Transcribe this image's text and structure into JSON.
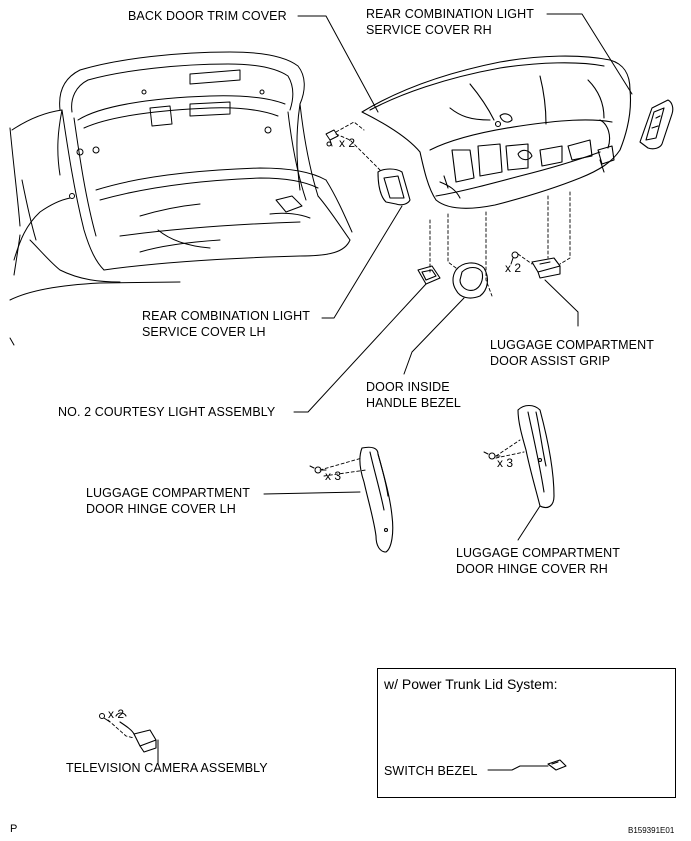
{
  "labels": {
    "back_door_trim_cover": "BACK DOOR TRIM COVER",
    "rear_light_cover_rh_1": "REAR COMBINATION LIGHT",
    "rear_light_cover_rh_2": "SERVICE COVER RH",
    "rear_light_cover_lh_1": "REAR COMBINATION LIGHT",
    "rear_light_cover_lh_2": "SERVICE COVER LH",
    "assist_grip_1": "LUGGAGE COMPARTMENT",
    "assist_grip_2": "DOOR ASSIST GRIP",
    "handle_bezel_1": "DOOR INSIDE",
    "handle_bezel_2": "HANDLE BEZEL",
    "courtesy_light": "NO. 2 COURTESY LIGHT ASSEMBLY",
    "hinge_cover_lh_1": "LUGGAGE COMPARTMENT",
    "hinge_cover_lh_2": "DOOR HINGE COVER LH",
    "hinge_cover_rh_1": "LUGGAGE COMPARTMENT",
    "hinge_cover_rh_2": "DOOR HINGE COVER RH",
    "camera": "TELEVISION CAMERA ASSEMBLY",
    "switch_bezel": "SWITCH BEZEL"
  },
  "quantities": {
    "trim_clips": "x 2",
    "grip_screws": "x 2",
    "hinge_lh_clips": "x 3",
    "hinge_rh_clips": "x 3",
    "camera_screws": "x 2"
  },
  "inset": {
    "title": "w/ Power Trunk Lid System:"
  },
  "footer": {
    "page_mark": "P",
    "figure_code": "B159391E01"
  }
}
